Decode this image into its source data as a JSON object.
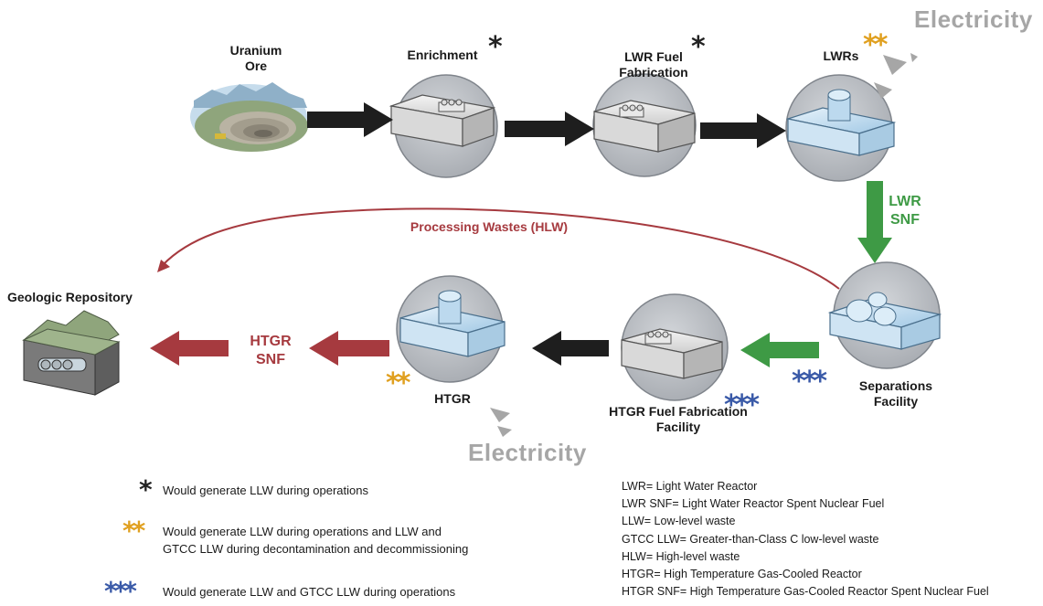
{
  "labels": {
    "uranium_ore": "Uranium Ore",
    "enrichment": "Enrichment",
    "lwr_fuel_fab": "LWR Fuel Fabrication",
    "lwrs": "LWRs",
    "electricity_top": "Electricity",
    "lwr_snf": "LWR SNF",
    "processing_wastes": "Processing Wastes (HLW)",
    "geologic_repository": "Geologic Repository",
    "htgr_snf": "HTGR SNF",
    "htgr": "HTGR",
    "htgr_fuel_fab": "HTGR Fuel Fabrication Facility",
    "separations": "Separations Facility",
    "electricity_bottom": "Electricity"
  },
  "markers": {
    "one": "*",
    "two": "**",
    "three": "***"
  },
  "legend": {
    "one": "Would generate LLW during operations",
    "two_line1": "Would generate LLW during operations and LLW and",
    "two_line2": "GTCC LLW during decontamination and decommissioning",
    "three": "Would generate LLW and GTCC LLW during operations"
  },
  "abbreviations": [
    "LWR= Light Water Reactor",
    "LWR SNF= Light Water Reactor Spent Nuclear Fuel",
    "LLW= Low-level waste",
    "GTCC LLW= Greater-than-Class C low-level waste",
    "HLW= High-level waste",
    "HTGR= High Temperature Gas-Cooled Reactor",
    "HTGR SNF= High Temperature Gas-Cooled Reactor Spent Nuclear Fuel"
  ],
  "colors": {
    "black_arrow": "#1e1e1e",
    "green_arrow": "#3e9a45",
    "red_arrow": "#a63a3f",
    "gray": "#a6a6a6",
    "orange_star": "#e0a020",
    "blue_star": "#3a5aa8",
    "black_star": "#222222",
    "facility_circle": "#b8bcc2"
  }
}
